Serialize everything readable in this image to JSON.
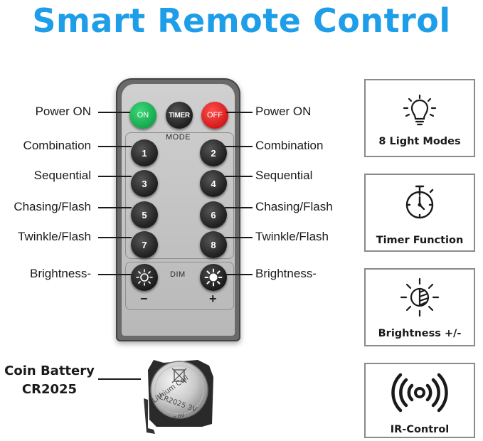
{
  "title": "Smart Remote Control",
  "colors": {
    "title": "#1e9ee8",
    "on_button": "#19b24f",
    "off_button": "#e01b1b",
    "remote_body": "#6a6a6a",
    "remote_face": "#c4c4c4"
  },
  "remote": {
    "on": "ON",
    "timer": "TIMER",
    "off": "OFF",
    "mode_label": "MODE",
    "dim_label": "DIM",
    "buttons": [
      "1",
      "2",
      "3",
      "4",
      "5",
      "6",
      "7",
      "8"
    ],
    "minus": "−",
    "plus": "+",
    "dim_minus_icon": "sun-dim-icon",
    "dim_plus_icon": "sun-bright-icon"
  },
  "labels": {
    "left": [
      "Power ON",
      "Combination",
      "Sequential",
      "Chasing/Flash",
      "Twinkle/Flash",
      "Brightness-"
    ],
    "right": [
      "Power ON",
      "Combination",
      "Sequential",
      "Chasing/Flash",
      "Twinkle/Flash",
      "Brightness-"
    ]
  },
  "features": [
    {
      "label": "8 Light Modes",
      "icon": "light-bulb-icon"
    },
    {
      "label": "Timer Function",
      "icon": "stopwatch-icon"
    },
    {
      "label": "Brightness +/-",
      "icon": "brightness-icon"
    },
    {
      "label": "IR-Control",
      "icon": "ir-signal-icon"
    }
  ],
  "battery": {
    "line1": "Coin Battery",
    "line2": "CR2025",
    "cell_text": "Lithium Cell",
    "cell_model": "CR2025 3V",
    "holder_text": "3.0V"
  }
}
